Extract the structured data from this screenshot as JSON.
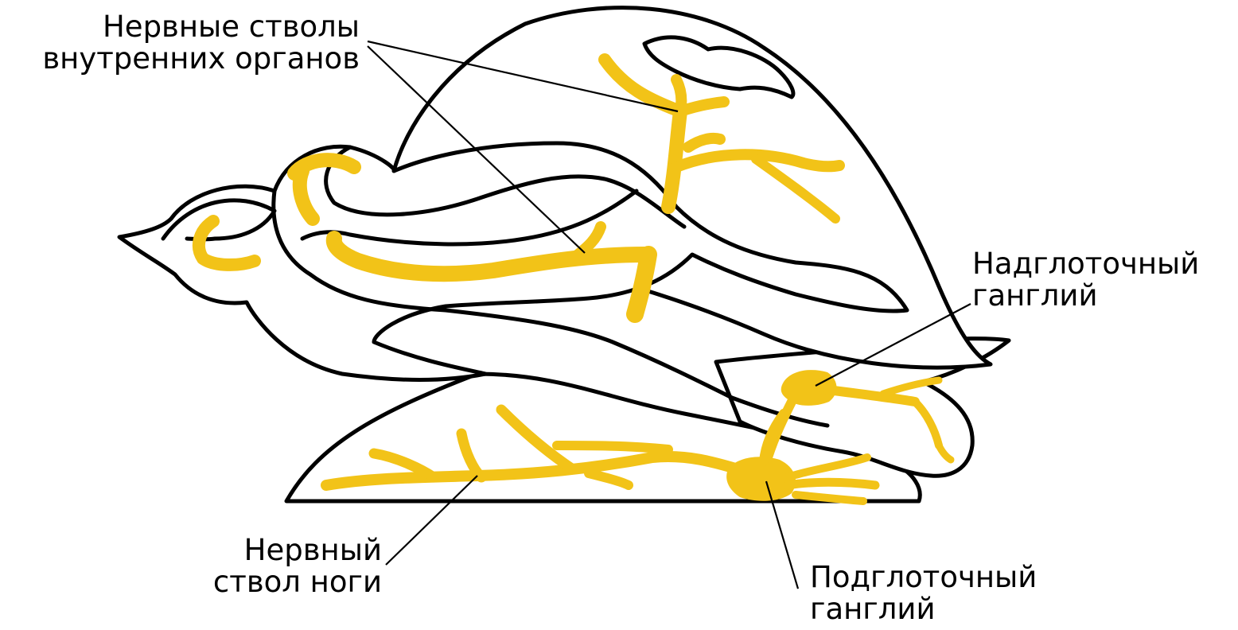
{
  "colors": {
    "nerve": "#f2c318",
    "outline": "#000000",
    "background": "#ffffff"
  },
  "labels": {
    "internal_organ_trunks": {
      "line1": "Нервные стволы",
      "line2": "внутренних органов"
    },
    "supraesophageal_ganglion": {
      "line1": "Надглоточный",
      "line2": "ганглий"
    },
    "foot_nerve_trunk": {
      "line1": "Нервный",
      "line2": "ствол ноги"
    },
    "subesophageal_ganglion": {
      "line1": "Подглоточный",
      "line2": "ганглий"
    }
  }
}
